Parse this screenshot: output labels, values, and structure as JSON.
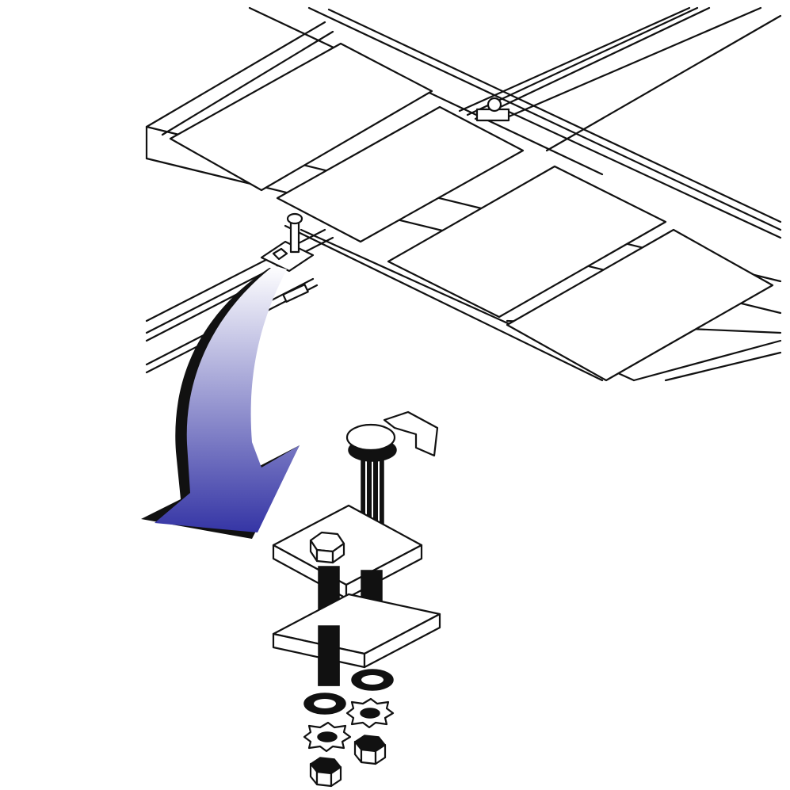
{
  "diagram": {
    "subject": "cable-ladder-rack-junction-clamp",
    "colors": {
      "line": "#111111",
      "background": "#ffffff",
      "arrow_light": "#ffffff",
      "arrow_dark": "#3535a5"
    },
    "parts": [
      "ladder-rack-main",
      "ladder-rack-cross",
      "junction-clamp",
      "callout-arrow",
      "clamp-bolt",
      "clamp-upper-channel",
      "clamp-lower-channel",
      "hex-bolt-head",
      "ring-washers",
      "star-washers",
      "hex-nuts"
    ]
  }
}
